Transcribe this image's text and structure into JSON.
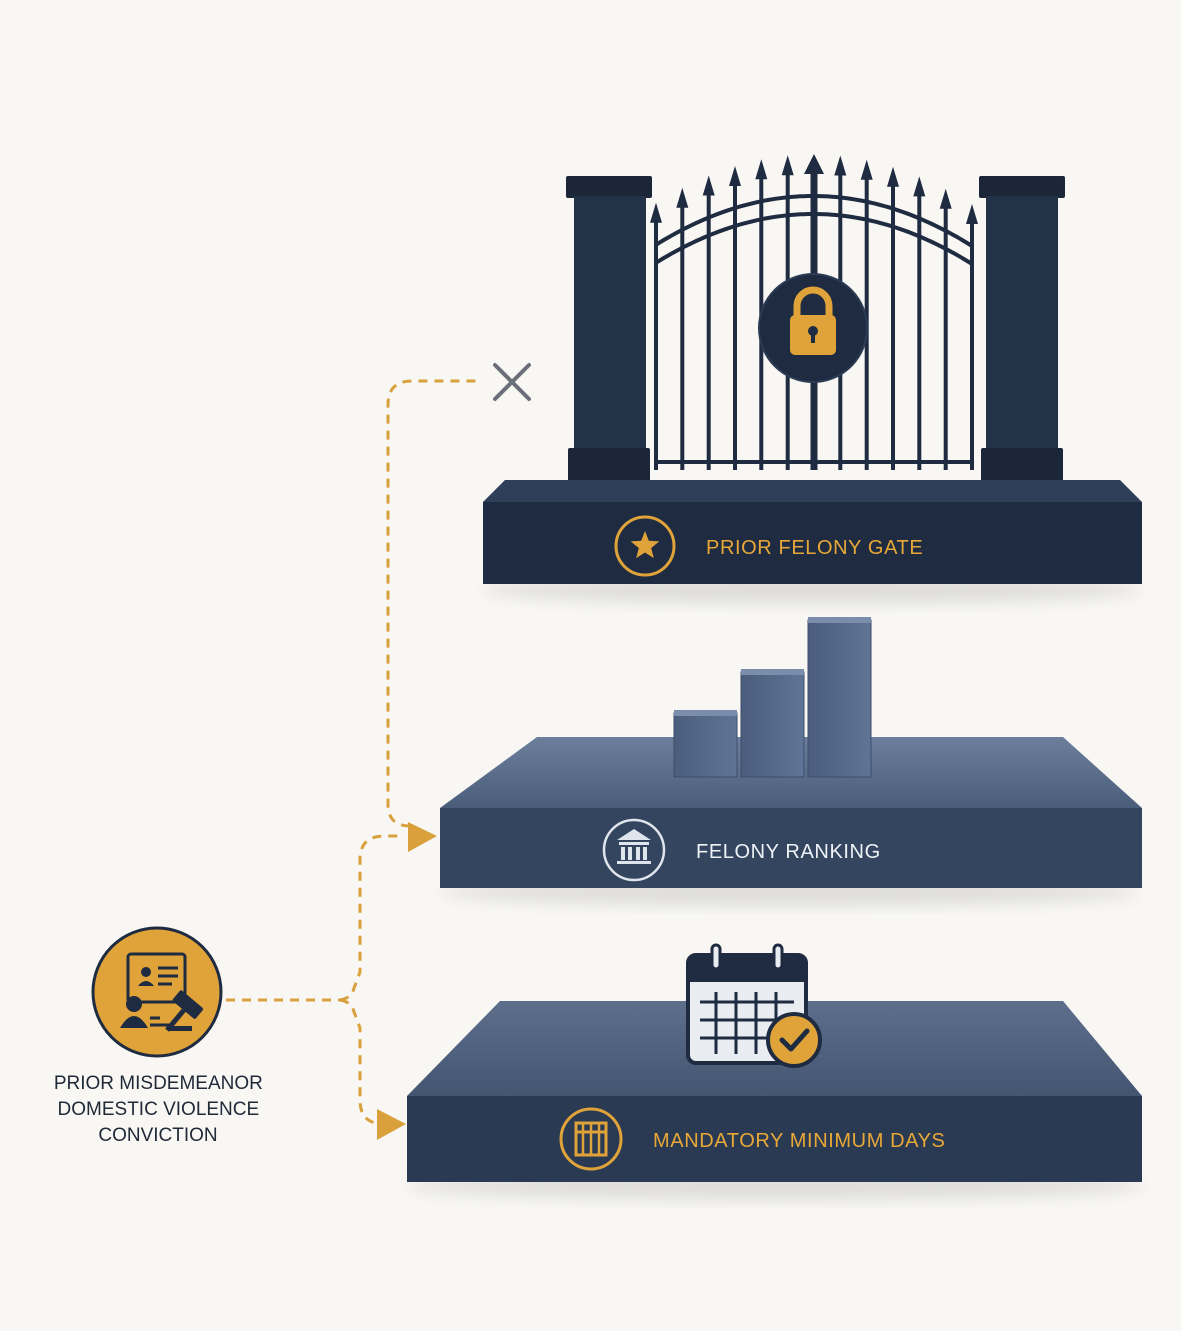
{
  "source": {
    "label_lines": [
      "PRIOR MISDEMEANOR",
      "DOMESTIC VIOLENCE",
      "CONVICTION"
    ],
    "icon": "gavel-certificate-icon"
  },
  "tiers": [
    {
      "label": "PRIOR FELONY GATE",
      "icon": "star-icon",
      "label_color": "#e8a838",
      "status": "blocked"
    },
    {
      "label": "FELONY RANKING",
      "icon": "courthouse-icon",
      "label_color": "#eef2f6",
      "status": "applies"
    },
    {
      "label": "MANDATORY MINIMUM DAYS",
      "icon": "jail-cell-icon",
      "label_color": "#e8a838",
      "status": "applies"
    }
  ],
  "gate": {
    "icon": "padlock-icon"
  },
  "blocked_marker": {
    "icon": "x-mark-icon"
  },
  "colors": {
    "navy": "#1e2b40",
    "slate": "#3f5270",
    "gold": "#e0a33a",
    "background": "#f8f7f3"
  }
}
